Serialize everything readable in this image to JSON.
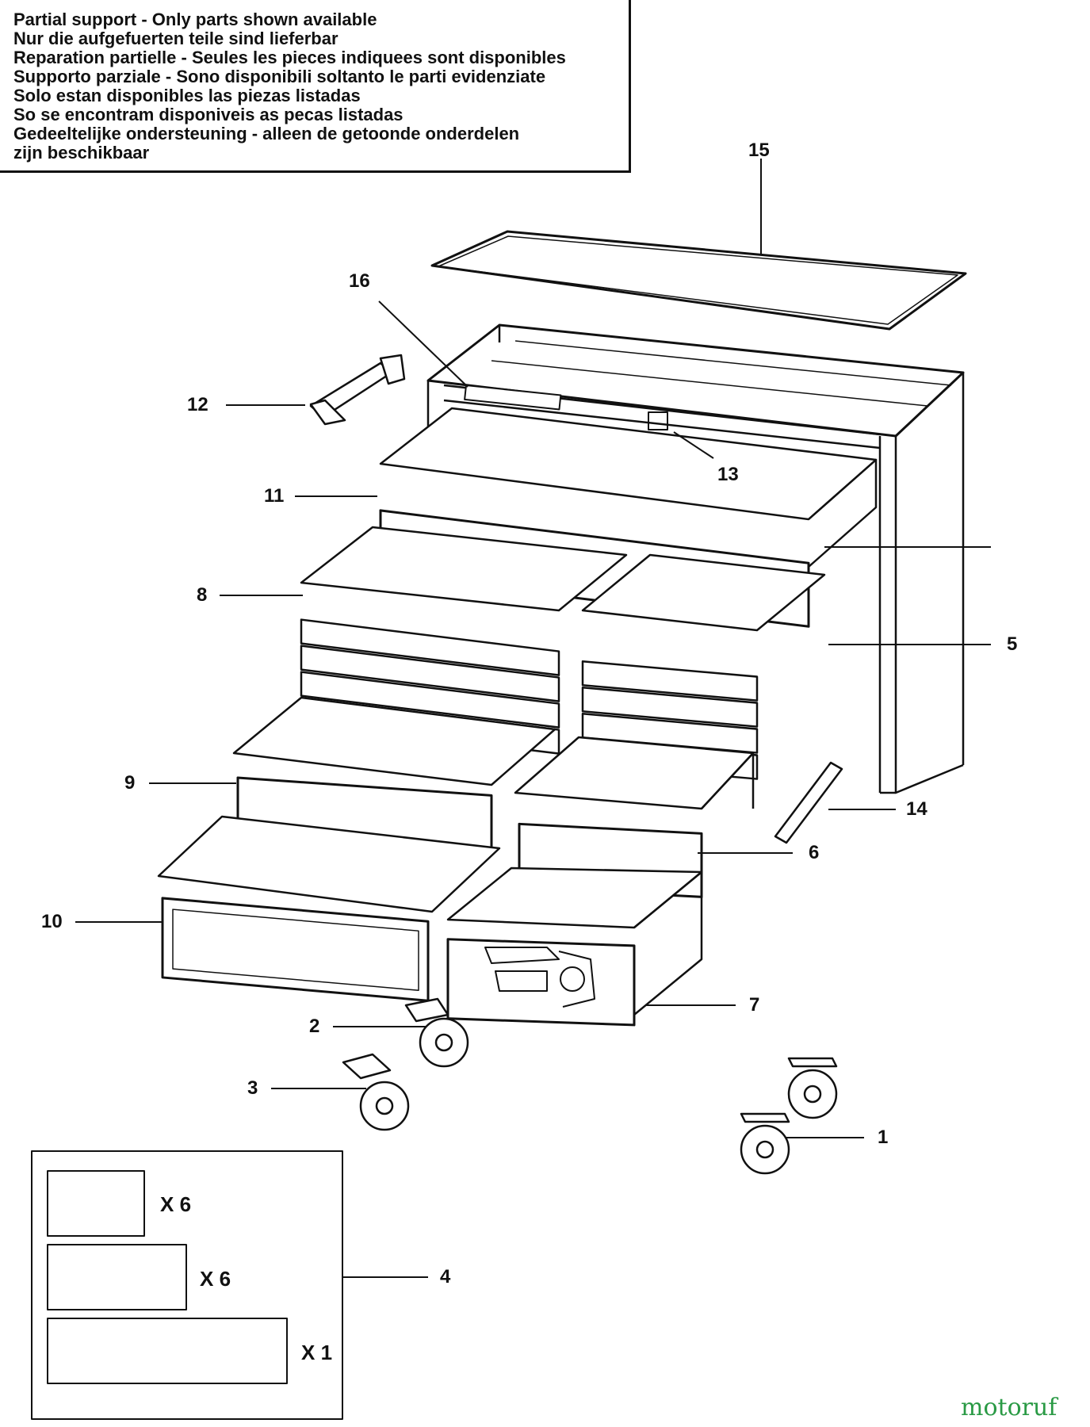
{
  "notice": {
    "lines": [
      "Partial support - Only parts shown available",
      "Nur die aufgefuerten teile sind lieferbar",
      "Reparation partielle - Seules les pieces indiquees sont disponibles",
      "Supporto parziale - Sono disponibili soltanto le parti evidenziate",
      "Solo estan disponibles las piezas listadas",
      "So se encontram disponiveis as pecas listadas",
      "Gedeeltelijke ondersteuning - alleen de getoonde onderdelen",
      "zijn beschikbaar"
    ]
  },
  "callouts": {
    "p1": "1",
    "p2": "2",
    "p3": "3",
    "p4": "4",
    "p5": "5",
    "p6": "6",
    "p7": "7",
    "p8": "8",
    "p9": "9",
    "p10": "10",
    "p11": "11",
    "p12": "12",
    "p13": "13",
    "p14": "14",
    "p15": "15",
    "p16": "16"
  },
  "kit_quantities": {
    "q1": "X 6",
    "q2": "X 6",
    "q3": "X 1"
  },
  "watermark": "motoruf"
}
